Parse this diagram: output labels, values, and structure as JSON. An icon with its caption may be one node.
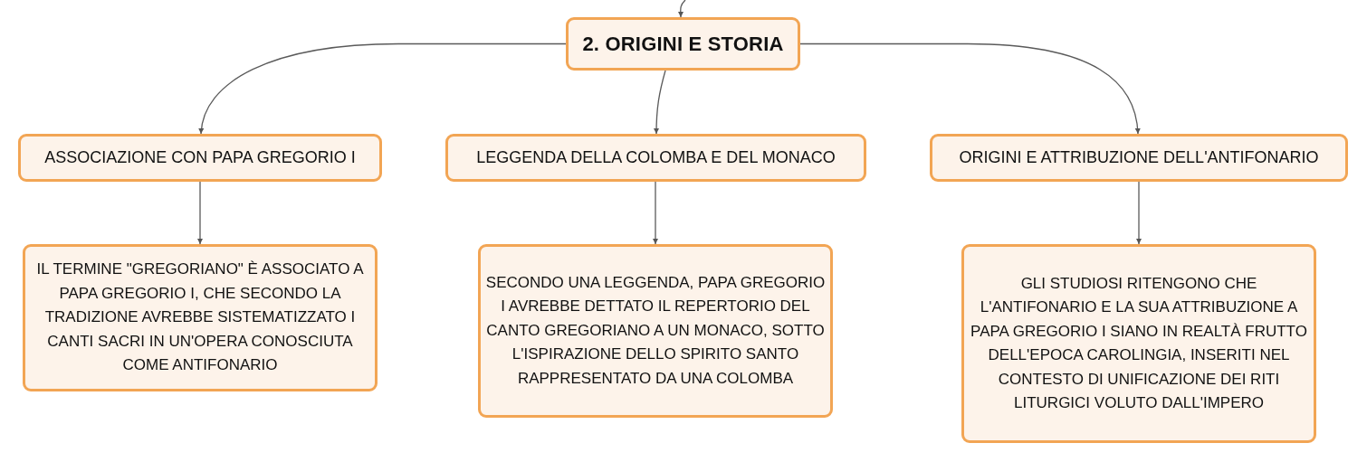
{
  "diagram": {
    "nodes": [
      {
        "text": [
          "2. ORIGINI E STORIA"
        ]
      },
      {
        "text": [
          "ASSOCIAZIONE CON PAPA GREGORIO I"
        ]
      },
      {
        "text": [
          "LEGGENDA DELLA COLOMBA E DEL MONACO"
        ]
      },
      {
        "text": [
          "ORIGINI E ATTRIBUZIONE DELL'ANTIFONARIO"
        ]
      },
      {
        "text": [
          "IL TERMINE \"GREGORIANO\" È ASSOCIATO A PAPA GREGORIO I, CHE SECONDO LA TRADIZIONE AVREBBE SISTEMATIZZATO I CANTI SACRI IN UN'OPERA CONOSCIUTA COME ANTIFONARIO"
        ]
      },
      {
        "text": [
          "SECONDO UNA LEGGENDA, PAPA GREGORIO I AVREBBE DETTATO IL REPERTORIO DEL CANTO GREGORIANO A UN MONACO, SOTTO L'ISPIRAZIONE DELLO SPIRITO SANTO RAPPRESENTATO DA UNA COLOMBA"
        ]
      },
      {
        "text": [
          "GLI STUDIOSI RITENGONO CHE L'ANTIFONARIO E LA SUA ATTRIBUZIONE A PAPA GREGORIO I SIANO IN REALTÀ FRUTTO DELL'EPOCA CAROLINGIA, INSERITI NEL CONTESTO DI UNIFICAZIONE DEI RITI LITURGICI VOLUTO DALL'IMPERO"
        ]
      }
    ],
    "edges": [
      {
        "from": null,
        "to": 0,
        "arrow": "to"
      },
      {
        "from": 0,
        "to": 1,
        "arrow": "to"
      },
      {
        "from": 0,
        "to": 2,
        "arrow": "to"
      },
      {
        "from": 0,
        "to": 3,
        "arrow": "to"
      },
      {
        "from": 1,
        "to": 4,
        "arrow": "to"
      },
      {
        "from": 2,
        "to": 5,
        "arrow": "to"
      },
      {
        "from": 3,
        "to": 6,
        "arrow": "to"
      }
    ]
  }
}
